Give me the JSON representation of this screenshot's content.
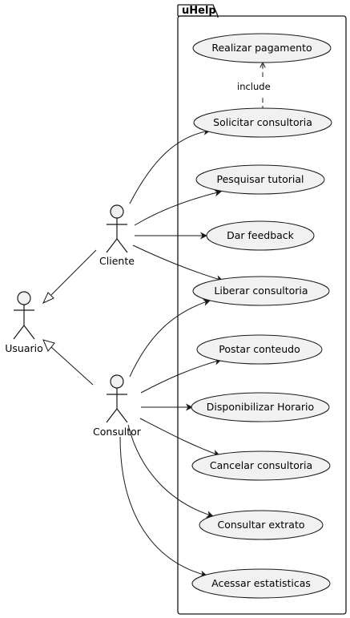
{
  "package": {
    "name": "uHelp"
  },
  "actors": {
    "usuario": "Usuario",
    "cliente": "Cliente",
    "consultor": "Consultor"
  },
  "usecases": {
    "realizar_pagamento": "Realizar pagamento",
    "solicitar_consultoria": "Solicitar consultoria",
    "pesquisar_tutorial": "Pesquisar tutorial",
    "dar_feedback": "Dar feedback",
    "liberar_consultoria": "Liberar consultoria",
    "postar_conteudo": "Postar conteudo",
    "disponibilizar_horario": "Disponibilizar Horario",
    "cancelar_consultoria": "Cancelar consultoria",
    "consultar_extrato": "Consultar extrato",
    "acessar_estatisticas": "Acessar estatisticas"
  },
  "relations": {
    "include_label": "include"
  },
  "colors": {
    "usecase_fill": "#f1f1f1",
    "actor_fill": "#f1f1f1",
    "line": "#181818"
  }
}
